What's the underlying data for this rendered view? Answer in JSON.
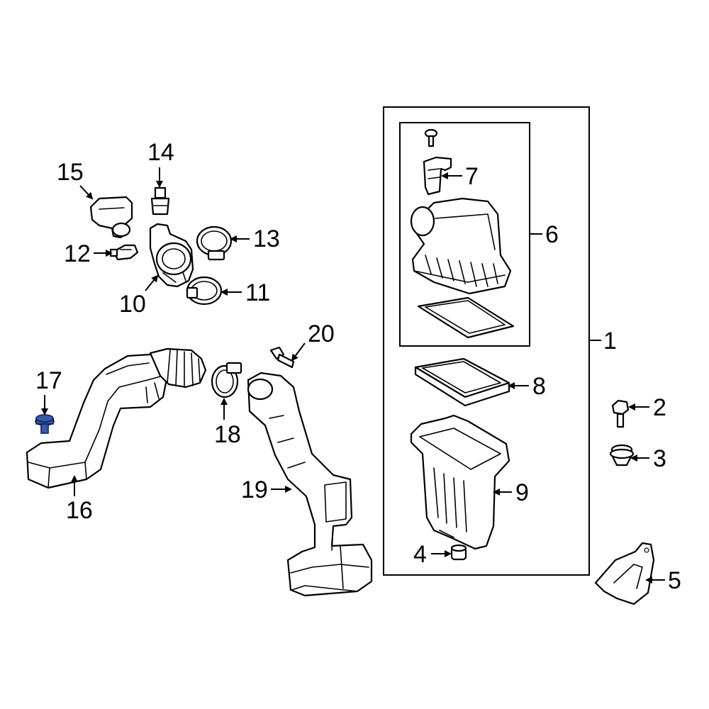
{
  "diagram": {
    "highlight_color": "#3a5aa8",
    "callouts": {
      "c1": "1",
      "c2": "2",
      "c3": "3",
      "c4": "4",
      "c5": "5",
      "c6": "6",
      "c7": "7",
      "c8": "8",
      "c9": "9",
      "c10": "10",
      "c11": "11",
      "c12": "12",
      "c13": "13",
      "c14": "14",
      "c15": "15",
      "c16": "16",
      "c17": "17",
      "c18": "18",
      "c19": "19",
      "c20": "20"
    },
    "highlighted_part": "17"
  }
}
